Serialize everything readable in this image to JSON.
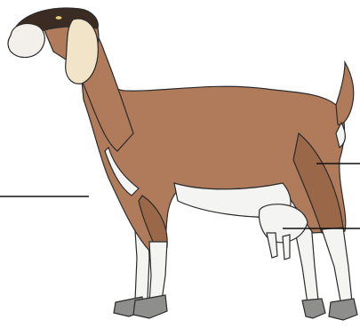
{
  "diagram": {
    "subject": "goat",
    "colors": {
      "coat": "#B07B5A",
      "coat_shadow": "#9A6848",
      "coat_highlight": "#C18E6E",
      "head_dark": "#3A2C22",
      "muzzle": "#F3EFEA",
      "white": "#F4F4F2",
      "white_shadow": "#D9D9D6",
      "hoof": "#8E8E8C",
      "ear": "#F1E4C9",
      "outline": "#2B2B2B",
      "leader_line": "#111111"
    },
    "leader_lines": [
      {
        "id": "left-chest",
        "label": ""
      },
      {
        "id": "right-thigh",
        "label": ""
      },
      {
        "id": "right-udder",
        "label": ""
      }
    ]
  }
}
